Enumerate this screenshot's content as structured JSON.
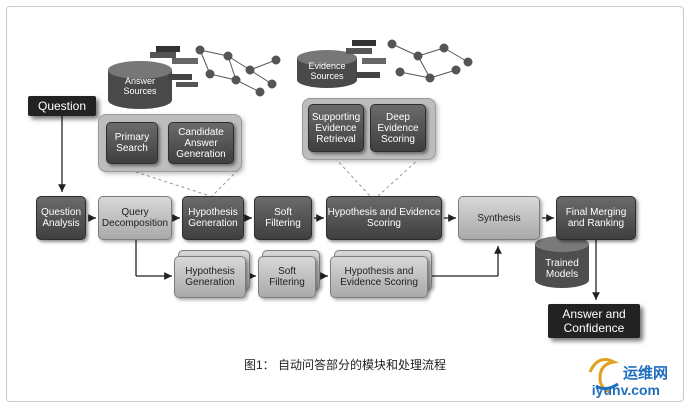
{
  "question_label": "Question",
  "answer_label": "Answer and Confidence",
  "caption": "图1：  自动问答部分的模块和处理流程",
  "watermark": {
    "cn": "运维网",
    "url": "iyunv.com"
  },
  "answer_sources": "Answer Sources",
  "evidence_sources": "Evidence Sources",
  "primary_search": "Primary Search",
  "candidate_answer_generation": "Candidate Answer Generation",
  "supporting_evidence_retrieval": "Supporting Evidence Retrieval",
  "deep_evidence_scoring": "Deep Evidence Scoring",
  "question_analysis": "Question Analysis",
  "query_decomposition": "Query Decomposition",
  "hypothesis_generation": "Hypothesis Generation",
  "soft_filtering": "Soft Filtering",
  "hypothesis_evidence_scoring": "Hypothesis and Evidence Scoring",
  "synthesis": "Synthesis",
  "final_merging_ranking": "Final Merging and Ranking",
  "trained_models": "Trained Models",
  "hypothesis_generation_2": "Hypothesis Generation",
  "soft_filtering_2": "Soft Filtering",
  "hypothesis_evidence_scoring_2": "Hypothesis and Evidence Scoring"
}
